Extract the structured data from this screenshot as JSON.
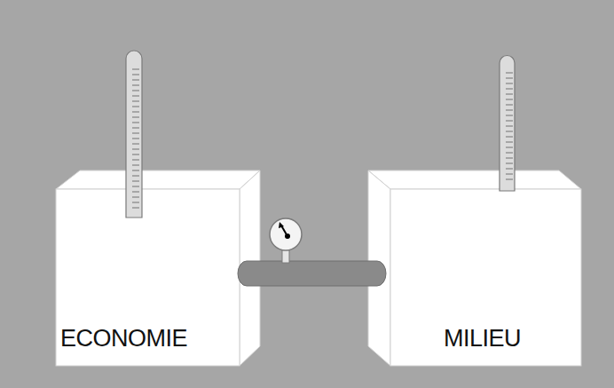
{
  "diagram": {
    "nodes": [
      {
        "text": [
          "ECONOMIE"
        ]
      },
      {
        "text": [
          "MILIEU"
        ]
      }
    ],
    "edges": [
      {
        "from": 0,
        "to": 1,
        "arrow": "none"
      }
    ]
  }
}
